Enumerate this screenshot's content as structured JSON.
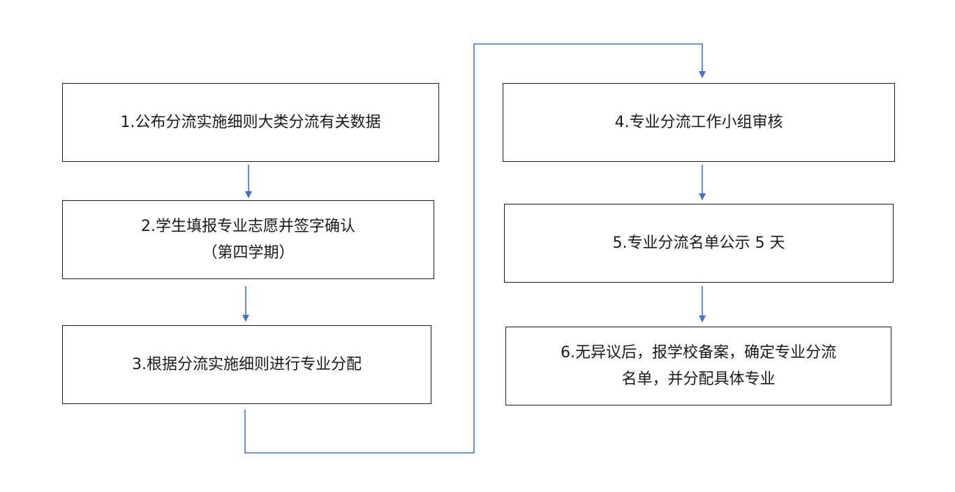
{
  "flowchart": {
    "colors": {
      "connector": "#4472C4",
      "box_border": "#1a1a1a",
      "text": "#1a1a1a"
    },
    "steps": [
      {
        "id": "step-1",
        "lines": [
          "1.公布分流实施细则大类分流有关数据"
        ]
      },
      {
        "id": "step-2",
        "lines": [
          "2.学生填报专业志愿并签字确认",
          "（第四学期）"
        ]
      },
      {
        "id": "step-3",
        "lines": [
          "3.根据分流实施细则进行专业分配"
        ]
      },
      {
        "id": "step-4",
        "lines": [
          "4.专业分流工作小组审核"
        ]
      },
      {
        "id": "step-5",
        "lines": [
          "5.专业分流名单公示 5 天"
        ]
      },
      {
        "id": "step-6",
        "lines": [
          "6.无异议后，报学校备案，确定专业分流",
          "名单，并分配具体专业"
        ]
      }
    ],
    "connections": [
      {
        "from": "step-1",
        "to": "step-2"
      },
      {
        "from": "step-2",
        "to": "step-3"
      },
      {
        "from": "step-3",
        "to": "step-4"
      },
      {
        "from": "step-4",
        "to": "step-5"
      },
      {
        "from": "step-5",
        "to": "step-6"
      }
    ]
  }
}
